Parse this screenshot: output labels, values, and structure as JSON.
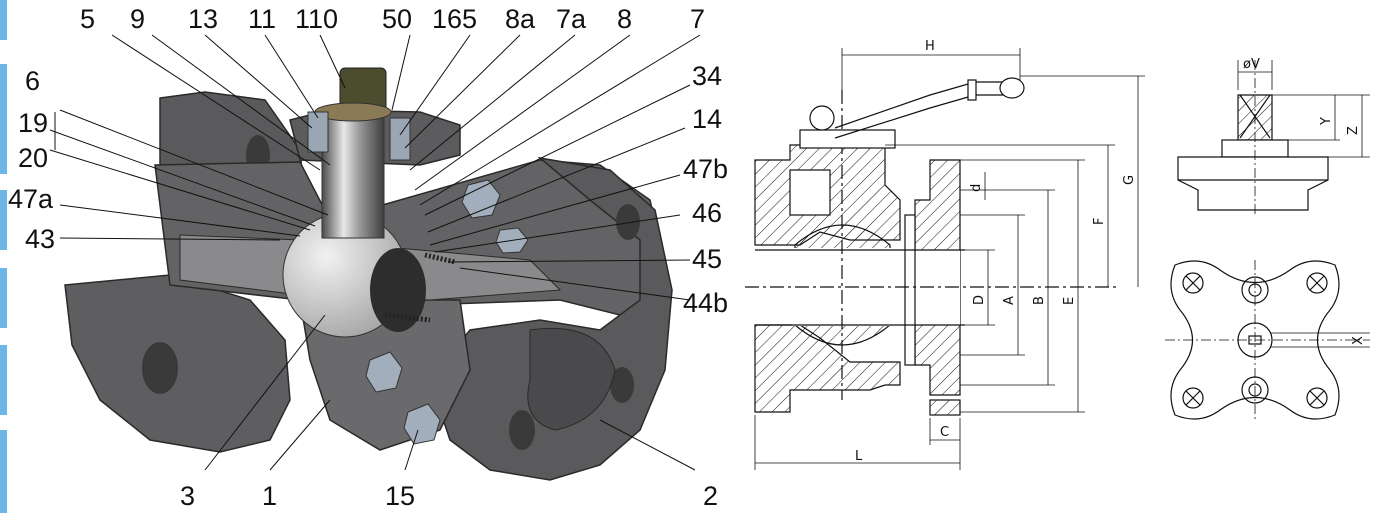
{
  "callouts_top": [
    "5",
    "9",
    "13",
    "11",
    "110",
    "50",
    "165",
    "8a",
    "7a",
    "8",
    "7"
  ],
  "callouts_left": [
    "6",
    "19",
    "20",
    "47a",
    "43"
  ],
  "callouts_right": [
    "34",
    "14",
    "47b",
    "46",
    "45",
    "44b"
  ],
  "callouts_bottom": [
    "3",
    "1",
    "15",
    "2"
  ],
  "dimensions": {
    "H": "H",
    "G": "G",
    "F": "F",
    "E": "E",
    "B": "B",
    "A": "A",
    "D": "D",
    "d": "d",
    "C": "C",
    "L": "L",
    "V": "øV",
    "Y": "Y",
    "Z": "Z",
    "X": "X"
  },
  "colors": {
    "metal": "#5c5c5e",
    "metal_light": "#8a8a8c",
    "ball": "#c9c9c9",
    "line": "#111111",
    "edge_accent": "#6fb6e8"
  }
}
